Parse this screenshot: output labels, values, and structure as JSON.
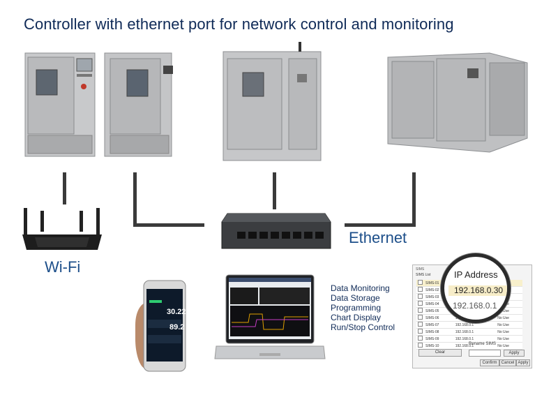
{
  "title": "Controller with ethernet port for network control and monitoring",
  "wifi_label": "Wi-Fi",
  "ethernet_label": "Ethernet",
  "features": [
    "Data Monitoring",
    "Data Storage",
    "Programming",
    "Chart Display",
    "Run/Stop Control"
  ],
  "phone": {
    "reading_1": "30.22",
    "reading_2": "89.2"
  },
  "sims_window": {
    "tab": "SIMS",
    "header": "SIMS List",
    "rows": [
      {
        "name": "SIMS-01",
        "ip": "192.168.0.30",
        "status": "Using"
      },
      {
        "name": "SIMS-02",
        "ip": "192.168.0.1",
        "status": "No Use"
      },
      {
        "name": "SIMS-03",
        "ip": "192.168.0.1",
        "status": "No Use"
      },
      {
        "name": "SIMS-04",
        "ip": "192.168.0.1",
        "status": "No Use"
      },
      {
        "name": "SIMS-05",
        "ip": "192.168.0.1",
        "status": "No Use"
      },
      {
        "name": "SIMS-06",
        "ip": "192.168.0.1",
        "status": "No Use"
      },
      {
        "name": "SIMS-07",
        "ip": "192.168.0.1",
        "status": "No Use"
      },
      {
        "name": "SIMS-08",
        "ip": "192.168.0.1",
        "status": "No Use"
      },
      {
        "name": "SIMS-09",
        "ip": "192.168.0.1",
        "status": "No Use"
      },
      {
        "name": "SIMS-10",
        "ip": "192.168.0.1",
        "status": "No Use"
      }
    ],
    "clear_button": "Clear",
    "rename_label": "Rename SIMS",
    "apply_button": "Apply",
    "confirm_button": "Confirm",
    "cancel_button": "Cancel",
    "apply_button_2": "Apply"
  },
  "magnifier": {
    "header": "IP Address",
    "value": "192.168.0.30",
    "next_value": "192.168.0.1"
  },
  "colors": {
    "title": "#0f2a57",
    "label": "#1d4f8a",
    "line": "#3a3a3a"
  }
}
